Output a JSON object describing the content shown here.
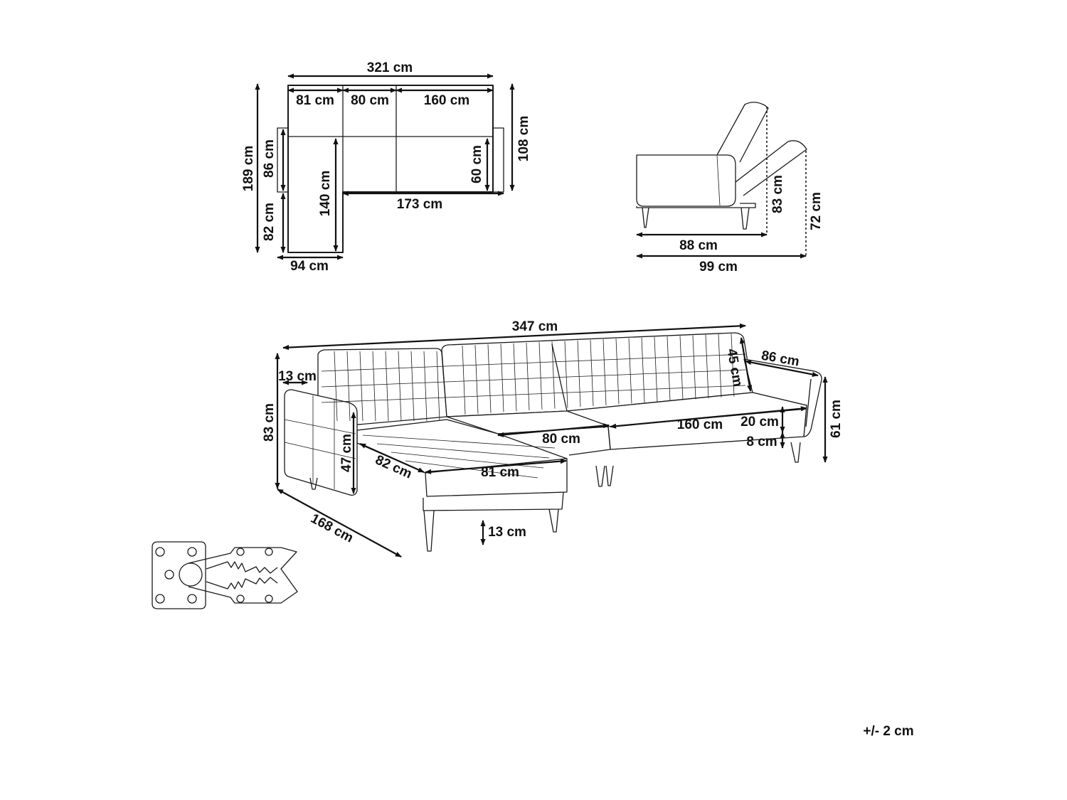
{
  "top_view": {
    "overall_width": "321 cm",
    "section_left": "81 cm",
    "section_mid": "80 cm",
    "section_right": "160 cm",
    "overall_depth": "189 cm",
    "arm_depth": "86 cm",
    "chaise_extension": "82 cm",
    "chaise_length": "140 cm",
    "back_depth": "108 cm",
    "seat_depth": "60 cm",
    "front_width": "173 cm",
    "chaise_width": "94 cm"
  },
  "side_view": {
    "bed_depth": "88 cm",
    "overall_depth": "99 cm",
    "reclined_height": "83 cm",
    "back_height": "72 cm"
  },
  "perspective_view": {
    "overall_length": "347 cm",
    "arm_width": "13 cm",
    "back_height": "45 cm",
    "side_depth": "86 cm",
    "overall_height": "83 cm",
    "arm_height": "47 cm",
    "chaise_width": "82 cm",
    "chaise_front": "81 cm",
    "mid_section": "80 cm",
    "main_section": "160 cm",
    "cushion_height": "20 cm",
    "base_height": "8 cm",
    "seat_height": "61 cm",
    "leg_height": "13 cm",
    "overall_depth": "168 cm"
  },
  "tolerance": "+/- 2 cm"
}
